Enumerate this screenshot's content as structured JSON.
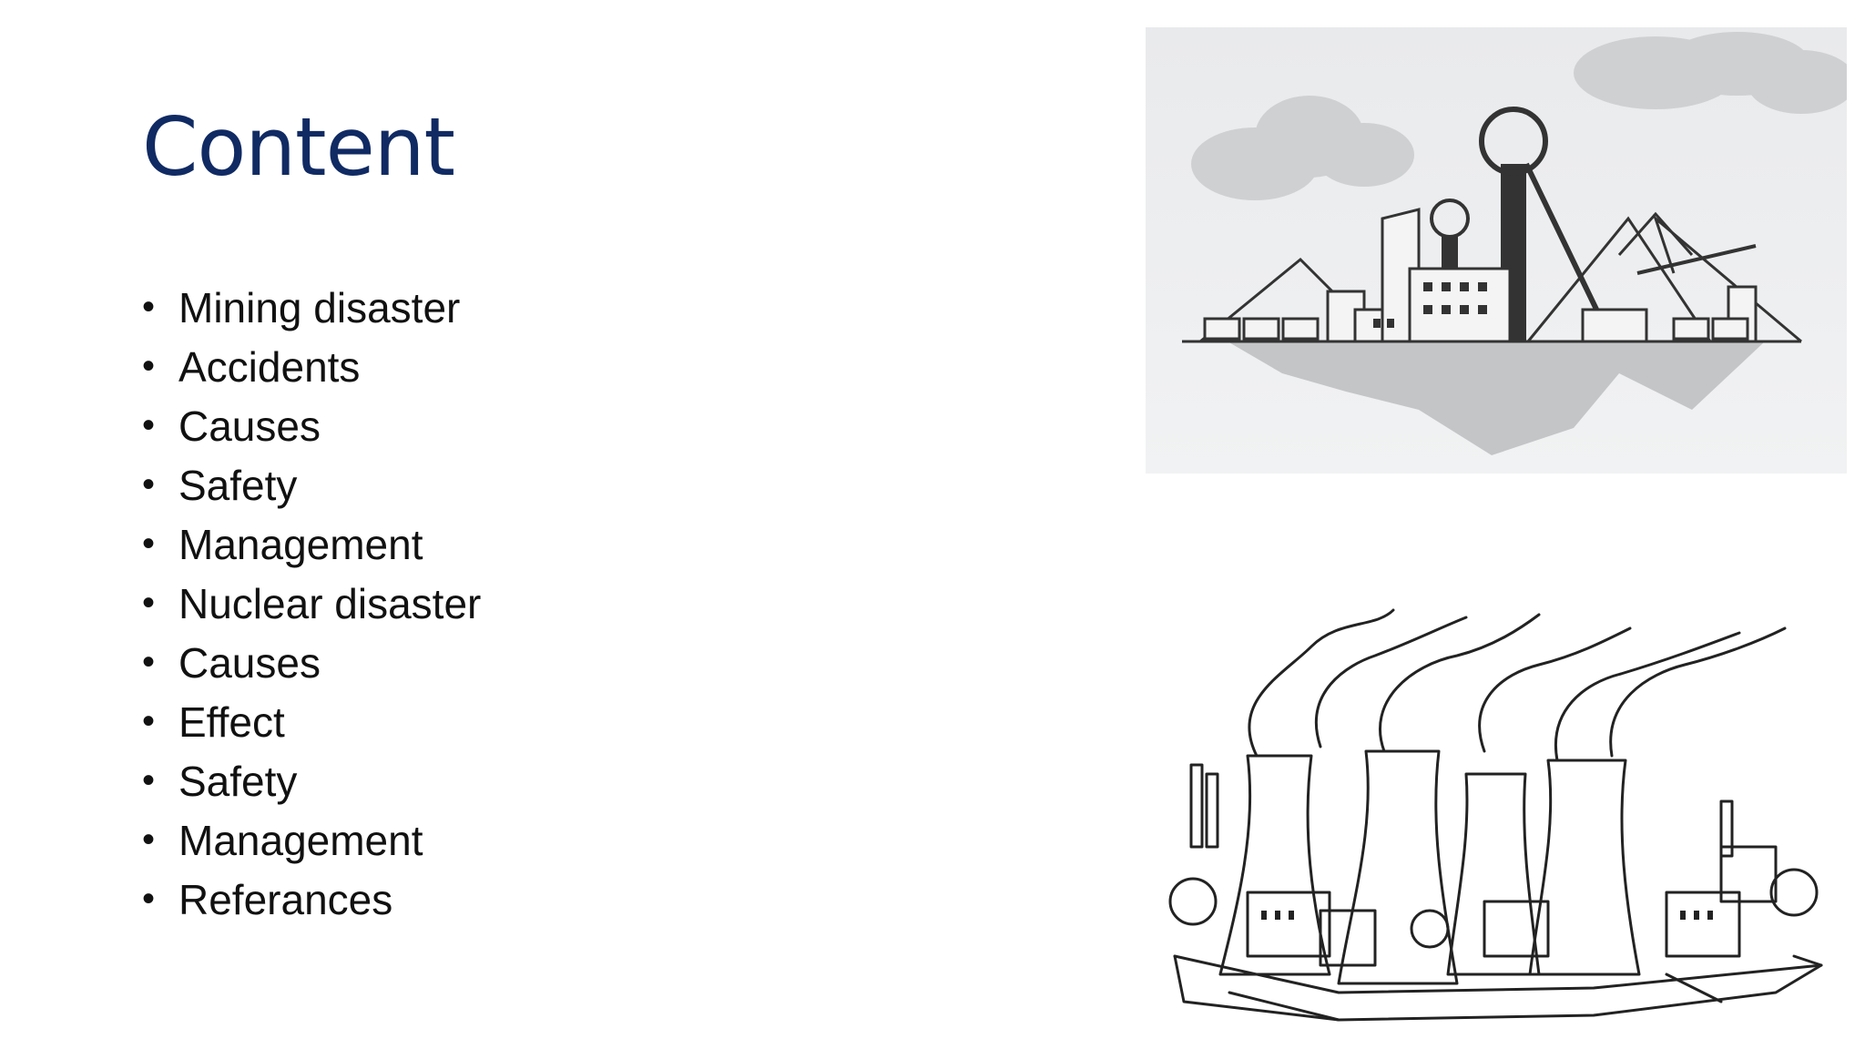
{
  "slide": {
    "title": "Content",
    "items": [
      "Mining disaster",
      "Accidents",
      "Causes",
      "Safety",
      "Management",
      "Nuclear disaster",
      "Causes",
      "Effect",
      "Safety",
      "Management",
      "Referances"
    ]
  },
  "images": {
    "top": "mining-site-illustration",
    "bottom": "nuclear-plant-illustration"
  },
  "colors": {
    "title": "#102a63",
    "text": "#111111"
  }
}
